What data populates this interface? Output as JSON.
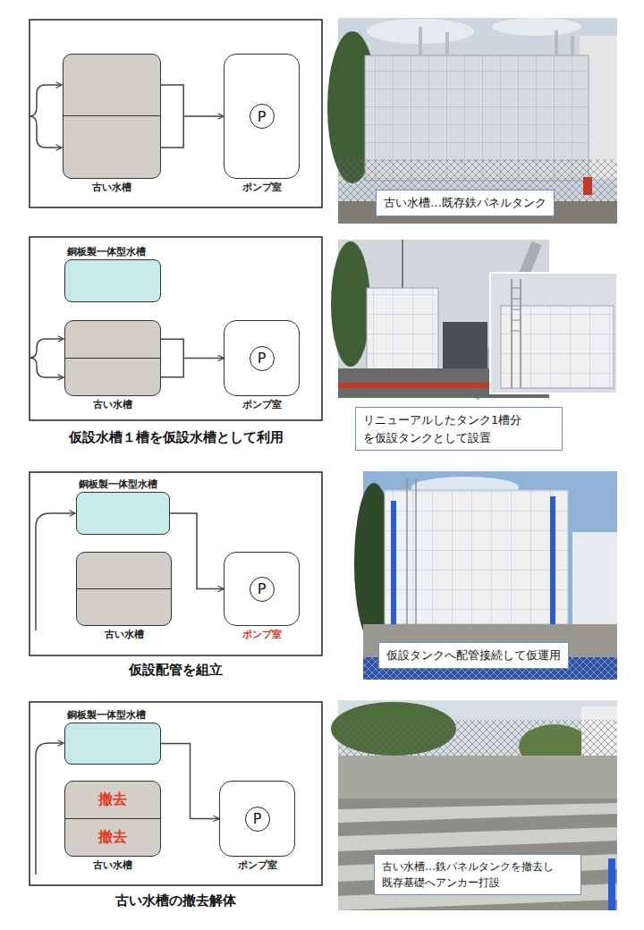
{
  "diagram": {
    "nodes": [
      {
        "text": [
          "古い水槽"
        ]
      },
      {
        "text": [
          "ポンプ室"
        ]
      },
      {
        "text": [
          "P"
        ],
        "in": 1
      },
      {
        "text": [
          "古い水槽…既存鉄パネルタンク"
        ]
      },
      {
        "text": [
          "銅板製一体型水槽"
        ]
      },
      {
        "text": [
          "古い水槽"
        ]
      },
      {
        "text": [
          "ポンプ室"
        ]
      },
      {
        "text": [
          "P"
        ],
        "in": 6
      },
      {
        "text": [
          "リニューアルしたタンク1槽分 を仮設タンクとして設置"
        ]
      },
      {
        "text": [
          "銅板製一体型水槽"
        ]
      },
      {
        "text": [
          "古い水槽"
        ]
      },
      {
        "text": [
          "ポンプ室"
        ]
      },
      {
        "text": [
          "P"
        ],
        "in": 11
      },
      {
        "text": [
          "仮設タンクへ配管接続して仮運用"
        ]
      },
      {
        "text": [
          "銅板製一体型水槽"
        ]
      },
      {
        "text": [
          "撤去",
          "撤去",
          "古い水槽"
        ]
      },
      {
        "text": [
          "ポンプ室"
        ]
      },
      {
        "text": [
          "P"
        ],
        "in": 16
      },
      {
        "text": [
          "古い水槽…鉄パネルタンクを撤去し 既存基礎へアンカー打設"
        ]
      }
    ],
    "edges": [
      {
        "from": 0,
        "to": 1,
        "arrow": "to"
      },
      {
        "from": 5,
        "to": 6,
        "arrow": "to"
      },
      {
        "from": 9,
        "to": 11,
        "arrow": "to"
      },
      {
        "from": 14,
        "to": 16,
        "arrow": "to"
      }
    ],
    "labels": [
      "仮設水槽１槽を仮設水槽として利用",
      "仮設配管を組立",
      "古い水槽の撤去解体"
    ]
  }
}
